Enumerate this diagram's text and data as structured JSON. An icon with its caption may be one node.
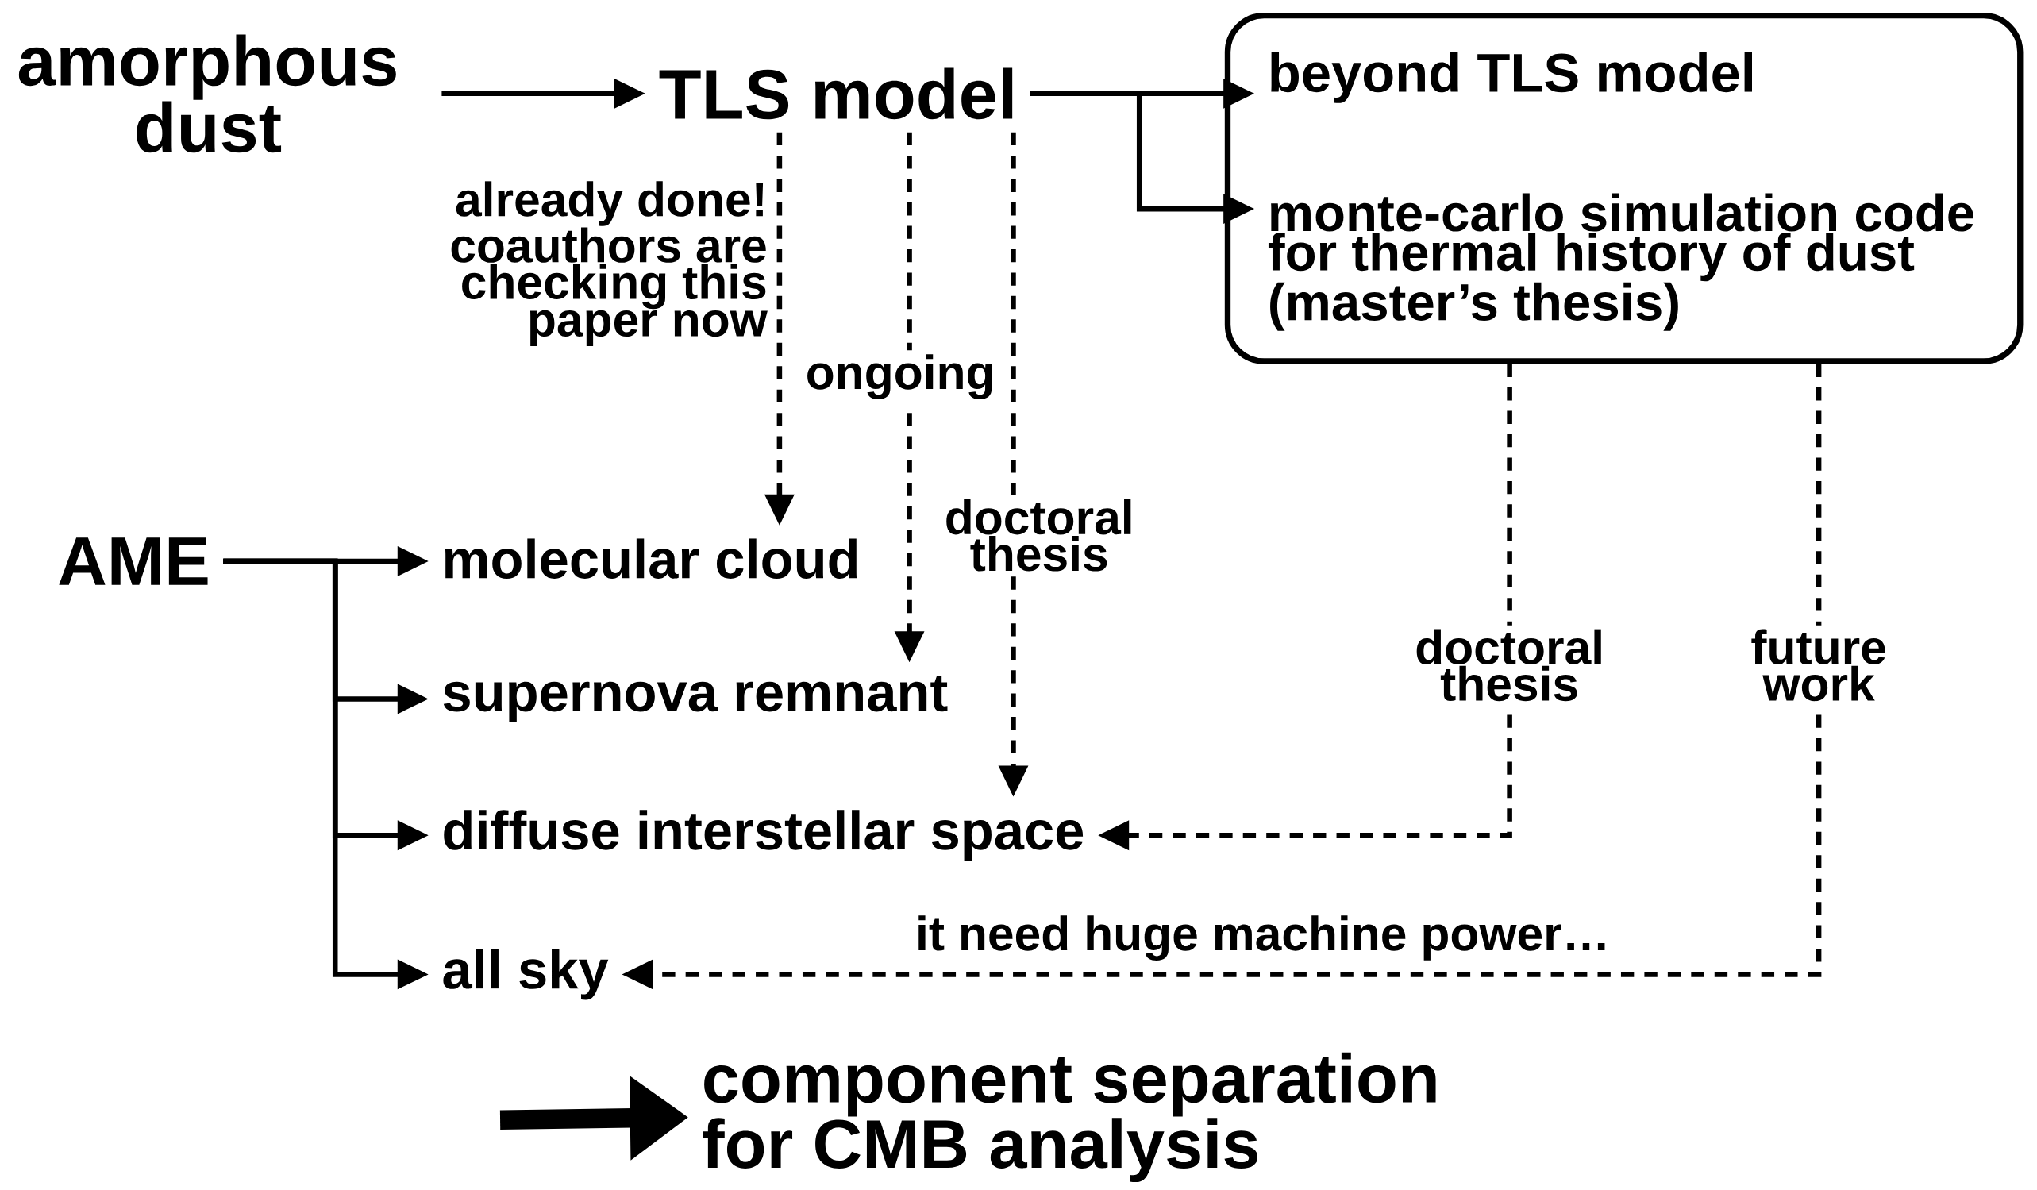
{
  "diagram": {
    "nodes": [
      {
        "text": [
          "amorphous dust"
        ]
      },
      {
        "text": [
          "TLS model"
        ]
      },
      {
        "text": [],
        "shape": "box"
      },
      {
        "text": [
          "beyond TLS model"
        ],
        "in": 2
      },
      {
        "text": [
          "monte-carlo simulation code for thermal history of dust (master’s thesis)"
        ],
        "in": 2
      },
      {
        "text": [
          "AME"
        ]
      },
      {
        "text": [
          "molecular cloud"
        ]
      },
      {
        "text": [
          "supernova remnant"
        ]
      },
      {
        "text": [
          "diffuse interstellar space"
        ]
      },
      {
        "text": [
          "all sky"
        ]
      },
      {
        "text": [
          "component separation for CMB analysis"
        ]
      }
    ],
    "edges": [
      {
        "from": 0,
        "to": 1,
        "arrow": "to"
      },
      {
        "from": 1,
        "to": 3,
        "arrow": "to"
      },
      {
        "from": 1,
        "to": 4,
        "arrow": "to"
      },
      {
        "from": 5,
        "to": 6,
        "arrow": "to"
      },
      {
        "from": 5,
        "to": 7,
        "arrow": "to"
      },
      {
        "from": 5,
        "to": 8,
        "arrow": "to"
      },
      {
        "from": 5,
        "to": 9,
        "arrow": "to"
      },
      {
        "from": 1,
        "to": 6,
        "arrow": "to",
        "style": "dashed",
        "label": "already done! coauthors are checking this paper now"
      },
      {
        "from": 1,
        "to": 7,
        "arrow": "to",
        "style": "dashed",
        "label": "ongoing"
      },
      {
        "from": 1,
        "to": 8,
        "arrow": "to",
        "style": "dashed",
        "label": "doctoral thesis"
      },
      {
        "from": 2,
        "to": 8,
        "arrow": "to",
        "style": "dashed",
        "label": "doctoral thesis"
      },
      {
        "from": 2,
        "to": 9,
        "arrow": "to",
        "style": "dashed",
        "label": "future work"
      },
      {
        "from": null,
        "to": 10,
        "arrow": "to",
        "style": "thick"
      }
    ],
    "labels": [
      "it need huge machine power…"
    ]
  }
}
